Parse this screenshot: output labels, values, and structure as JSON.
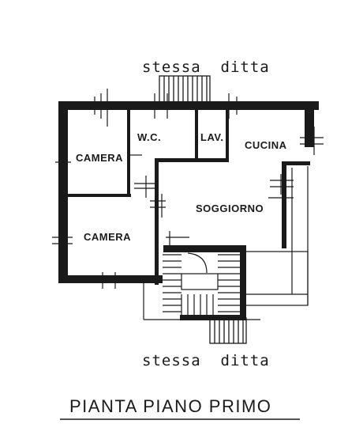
{
  "labels": {
    "top_neighbor": "stessa  ditta",
    "bottom_neighbor": "stessa  ditta",
    "caption": "PIANTA PIANO PRIMO"
  },
  "rooms": {
    "camera_top": "CAMERA",
    "wc": "W.C.",
    "lav": "LAV.",
    "cucina": "CUCINA",
    "soggiorno": "SOGGIORNO",
    "camera_bottom": "CAMERA"
  },
  "colors": {
    "ink": "#1a1a1a",
    "paper": "#ffffff"
  }
}
